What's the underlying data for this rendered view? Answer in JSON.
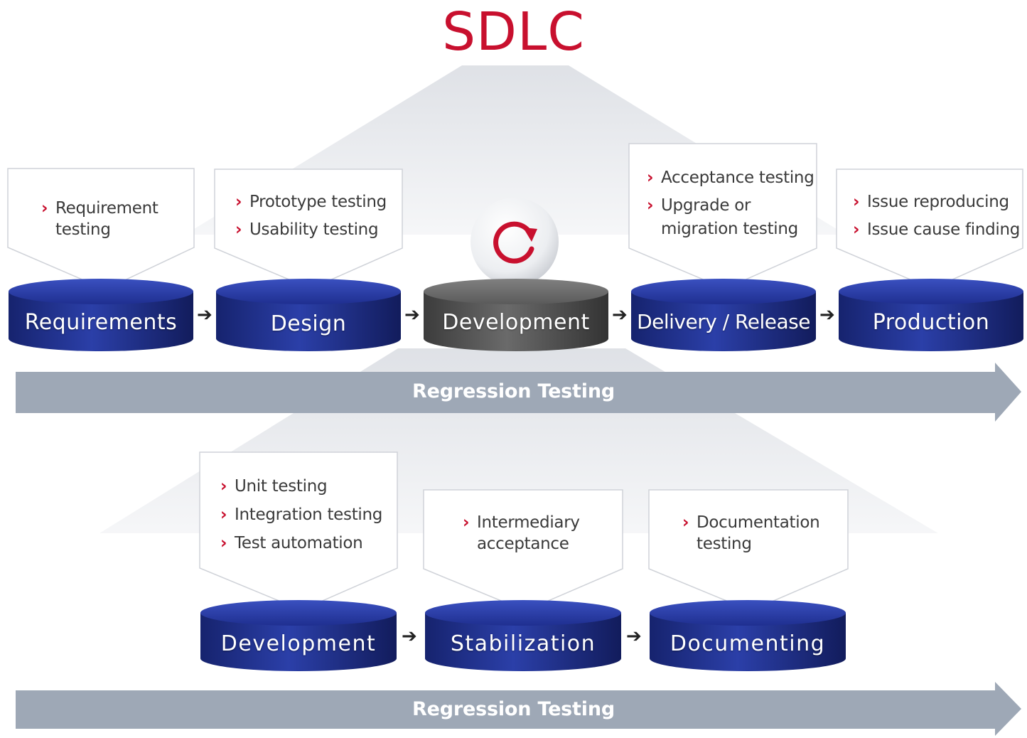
{
  "title": "SDLC",
  "colors": {
    "title": "#c8102e",
    "disc_blue": "#1e2f8f",
    "disc_gray": "#555555",
    "band": "#9ea8b6",
    "bullet": "#c8102e"
  },
  "top_stages": [
    {
      "label": "Requirements",
      "bullets": [
        "Requirement\ntesting"
      ]
    },
    {
      "label": "Design",
      "bullets": [
        "Prototype testing",
        "Usability testing"
      ]
    },
    {
      "label": "Development",
      "bullets": []
    },
    {
      "label": "Delivery / Release",
      "bullets": [
        "Acceptance testing",
        "Upgrade or\nmigration testing"
      ]
    },
    {
      "label": "Production",
      "bullets": [
        "Issue reproducing",
        "Issue cause finding"
      ]
    }
  ],
  "bottom_stages": [
    {
      "label": "Development",
      "bullets": [
        "Unit testing",
        "Integration testing",
        "Test automation"
      ]
    },
    {
      "label": "Stabilization",
      "bullets": [
        "Intermediary\nacceptance"
      ]
    },
    {
      "label": "Documenting",
      "bullets": [
        "Documentation\ntesting"
      ]
    }
  ],
  "bands": {
    "top": "Regression Testing",
    "bottom": "Regression Testing"
  },
  "icons": {
    "cycle": "refresh-cycle-icon",
    "bullet": "chevron-right-icon",
    "connector": "arrow-right-icon"
  },
  "connector_glyph": "➔",
  "bullet_glyph": "›"
}
